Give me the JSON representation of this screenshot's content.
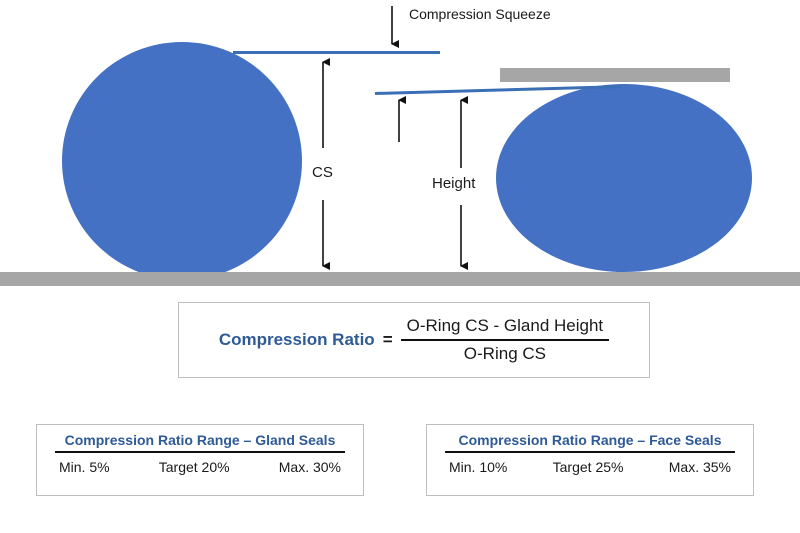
{
  "diagram": {
    "title_label": "Compression Squeeze",
    "cs_label": "CS",
    "height_label": "Height",
    "colors": {
      "oring_blue": "#4571C4",
      "gland_gray": "#A6A6A6",
      "line_blue": "#3A6FB5",
      "arrow_black": "#111111",
      "heading_blue": "#2E5A96",
      "box_border": "#BFBFBF"
    }
  },
  "formula": {
    "lhs": "Compression Ratio",
    "equals": "=",
    "numerator": "O-Ring CS - Gland Height",
    "denominator": "O-Ring CS"
  },
  "ranges": [
    {
      "title": "Compression Ratio Range  –  Gland Seals",
      "min": "Min. 5%",
      "target": "Target 20%",
      "max": "Max. 30%"
    },
    {
      "title": "Compression Ratio Range  –  Face Seals",
      "min": "Min. 10%",
      "target": "Target 25%",
      "max": "Max. 35%"
    }
  ]
}
